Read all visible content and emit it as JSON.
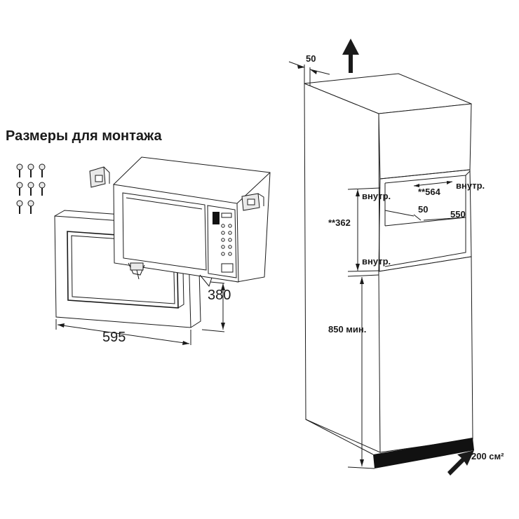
{
  "title": "Размеры для монтажа",
  "dimensions": {
    "frame_width": "595",
    "frame_height": "380",
    "top_offset": "50",
    "inner_width": "**564",
    "inner_label_right": "внутр.",
    "inner_label_top": "внутр.",
    "inner_label_bottom": "внутр.",
    "inner_height": "**362",
    "setback": "50",
    "depth": "550",
    "floor_height": "850 мин.",
    "ventilation": "200 см²"
  },
  "icons": [
    "screws-icon",
    "mounting-bracket-icon",
    "microwave-oven",
    "mounting-frame",
    "cabinet-column",
    "up-arrow-icon",
    "airflow-arrow-icon"
  ]
}
